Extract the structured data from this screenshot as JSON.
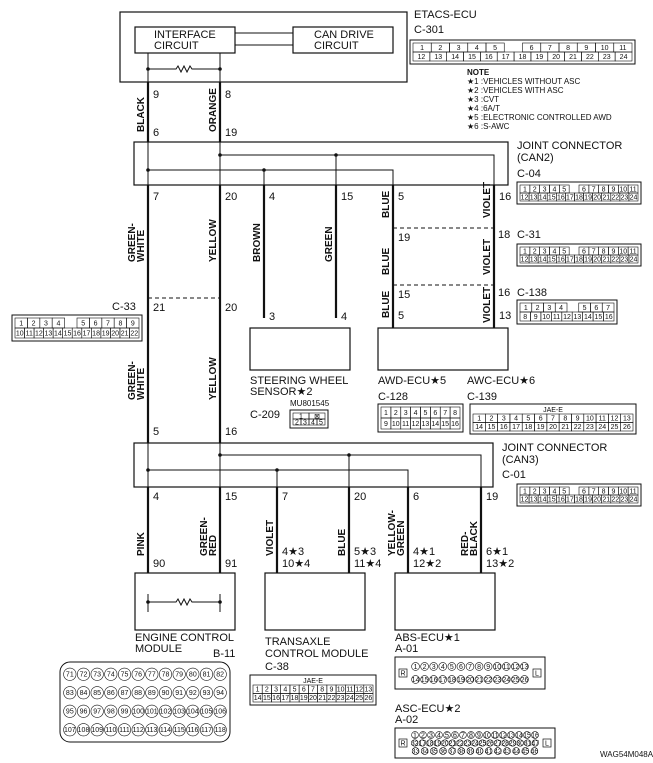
{
  "etacs": {
    "title": "ETACS-ECU",
    "connector": "C-301",
    "interface": [
      "INTERFACE",
      "CIRCUIT"
    ],
    "can_drive": [
      "CAN DRIVE",
      "CIRCUIT"
    ]
  },
  "notes": {
    "title": "NOTE",
    "items": [
      "★1 :VEHICLES WITHOUT ASC",
      "★2 :VEHICLES WITH ASC",
      "★3 :CVT",
      "★4 :6A/T",
      "★5 :ELECTRONIC CONTROLLED AWD",
      "★6 :S-AWC"
    ]
  },
  "joint_can2": {
    "title": "JOINT CONNECTOR",
    "sub": "(CAN2)",
    "connector": "C-04"
  },
  "joint_can3": {
    "title": "JOINT CONNECTOR",
    "sub": "(CAN3)",
    "connector": "C-01"
  },
  "steering": {
    "title": "STEERING WHEEL",
    "title2": "SENSOR★2",
    "connector": "C-209",
    "part": "MU801545"
  },
  "awd": {
    "title": "AWD-ECU★5",
    "connector": "C-128"
  },
  "awc": {
    "title": "AWC-ECU★6",
    "connector": "C-139"
  },
  "ecm": {
    "title": "ENGINE CONTROL",
    "title2": "MODULE",
    "connector": "B-11"
  },
  "tcm": {
    "title": "TRANSAXLE",
    "title2": "CONTROL MODULE",
    "connector": "C-38"
  },
  "abs": {
    "title": "ABS-ECU★1",
    "connector": "A-01"
  },
  "asc": {
    "title": "ASC-ECU★2",
    "connector": "A-02"
  },
  "inline": {
    "c33": "C-33",
    "c31": "C-31",
    "c138": "C-138"
  },
  "wire_colors": {
    "black": "BLACK",
    "orange": "ORANGE",
    "green_white": [
      "GREEN-",
      "WHITE"
    ],
    "yellow": "YELLOW",
    "brown": "BROWN",
    "green": "GREEN",
    "blue": "BLUE",
    "violet": "VIOLET",
    "pink": "PINK",
    "green_red": [
      "GREEN-",
      "RED"
    ],
    "yellow_green": [
      "YELLOW-",
      "GREEN"
    ],
    "red_black": [
      "RED-",
      "BLACK"
    ]
  },
  "pins": {
    "etacs_l": "9",
    "etacs_r": "8",
    "j2_in_l": "6",
    "j2_in_r": "19",
    "j2_out": [
      "7",
      "20",
      "4",
      "15",
      "5",
      "16"
    ],
    "c31_l": "19",
    "c31_r": "18",
    "c138_l": "15",
    "c138_r": "16",
    "awd_l": "5",
    "awd_r": "13",
    "c33_l": "21",
    "c33_r": "20",
    "sws_l": "3",
    "sws_r": "4",
    "j3_in_l": "5",
    "j3_in_r": "16",
    "j3_out": [
      "4",
      "15",
      "7",
      "20",
      "6",
      "19"
    ],
    "ecm_l": "90",
    "ecm_r": "91",
    "tcm_l": [
      "4★3",
      "10★4"
    ],
    "tcm_r": [
      "5★3",
      "11★4"
    ],
    "abs_l": [
      "4★1",
      "12★2"
    ],
    "abs_r": [
      "6★1",
      "13★2"
    ]
  },
  "connectors": {
    "C-301": {
      "rows": [
        [
          "1",
          "2",
          "3",
          "4",
          "5",
          "",
          "6",
          "7",
          "8",
          "9",
          "10",
          "11"
        ],
        [
          "12",
          "13",
          "14",
          "15",
          "16",
          "17",
          "18",
          "19",
          "20",
          "21",
          "22",
          "23",
          "24"
        ]
      ]
    },
    "C-04": {
      "rows": [
        [
          "1",
          "2",
          "3",
          "4",
          "5",
          "",
          "6",
          "7",
          "8",
          "9",
          "10",
          "11"
        ],
        [
          "12",
          "13",
          "14",
          "15",
          "16",
          "17",
          "18",
          "19",
          "20",
          "21",
          "22",
          "23",
          "24"
        ]
      ]
    },
    "C-31": {
      "rows": [
        [
          "1",
          "2",
          "3",
          "4",
          "5",
          "",
          "6",
          "7",
          "8",
          "9",
          "10",
          "11"
        ],
        [
          "12",
          "13",
          "14",
          "15",
          "16",
          "17",
          "18",
          "19",
          "20",
          "21",
          "22",
          "23",
          "24"
        ]
      ]
    },
    "C-138": {
      "rows": [
        [
          "1",
          "2",
          "3",
          "4",
          "",
          "5",
          "6",
          "7"
        ],
        [
          "8",
          "9",
          "10",
          "11",
          "12",
          "13",
          "14",
          "15",
          "16"
        ]
      ]
    },
    "C-33": {
      "rows": [
        [
          "1",
          "2",
          "3",
          "4",
          "",
          "5",
          "6",
          "7",
          "8",
          "9"
        ],
        [
          "10",
          "11",
          "12",
          "13",
          "14",
          "15",
          "16",
          "17",
          "18",
          "19",
          "20",
          "21",
          "22"
        ]
      ]
    },
    "C-209": {
      "rows": [
        [
          "1",
          "⊠"
        ],
        [
          "2",
          "3",
          "4",
          "5"
        ]
      ]
    },
    "C-128": {
      "rows": [
        [
          "1",
          "2",
          "3",
          "4",
          "5",
          "6",
          "7",
          "8"
        ],
        [
          "9",
          "10",
          "11",
          "12",
          "13",
          "14",
          "15",
          "16"
        ]
      ]
    },
    "C-139": {
      "label": "JAE-E",
      "rows": [
        [
          "1",
          "2",
          "3",
          "4",
          "5",
          "6",
          "7",
          "8",
          "9",
          "10",
          "11",
          "12",
          "13"
        ],
        [
          "14",
          "15",
          "16",
          "17",
          "18",
          "19",
          "20",
          "21",
          "22",
          "23",
          "24",
          "25",
          "26"
        ]
      ]
    },
    "C-01": {
      "rows": [
        [
          "1",
          "2",
          "3",
          "4",
          "5",
          "",
          "6",
          "7",
          "8",
          "9",
          "10",
          "11"
        ],
        [
          "12",
          "13",
          "14",
          "15",
          "16",
          "17",
          "18",
          "19",
          "20",
          "21",
          "22",
          "23",
          "24"
        ]
      ]
    },
    "C-38": {
      "label": "JAE-E",
      "rows": [
        [
          "1",
          "2",
          "3",
          "4",
          "5",
          "6",
          "7",
          "8",
          "9",
          "10",
          "11",
          "12",
          "13"
        ],
        [
          "14",
          "15",
          "16",
          "17",
          "18",
          "19",
          "20",
          "21",
          "22",
          "23",
          "24",
          "25",
          "26"
        ]
      ]
    },
    "B-11": {
      "round": true,
      "rows": [
        [
          "71",
          "72",
          "73",
          "74",
          "75",
          "76",
          "77",
          "78",
          "79",
          "80",
          "81",
          "82"
        ],
        [
          "83",
          "84",
          "85",
          "86",
          "87",
          "88",
          "89",
          "90",
          "91",
          "92",
          "93",
          "94"
        ],
        [
          "95",
          "96",
          "97",
          "98",
          "99",
          "100",
          "101",
          "102",
          "103",
          "104",
          "105",
          "106"
        ],
        [
          "107",
          "108",
          "109",
          "110",
          "111",
          "112",
          "113",
          "114",
          "115",
          "116",
          "117",
          "118"
        ]
      ]
    },
    "A-01": {
      "round": true,
      "side": [
        "R",
        "L"
      ],
      "rows": [
        [
          "1",
          "2",
          "3",
          "4",
          "5",
          "6",
          "7",
          "8",
          "9",
          "10",
          "11",
          "12",
          "13"
        ],
        [
          "14",
          "15",
          "16",
          "17",
          "18",
          "19",
          "20",
          "21",
          "22",
          "23",
          "24",
          "25",
          "26"
        ]
      ]
    },
    "A-02": {
      "round": true,
      "side": [
        "R",
        "L"
      ],
      "rows": [
        [
          "1",
          "2",
          "3",
          "4",
          "5",
          "6",
          "7",
          "8",
          "9",
          "10",
          "11",
          "12",
          "13",
          "14",
          "15",
          "16"
        ],
        [
          "32",
          "17",
          "18",
          "19",
          "20",
          "21",
          "22",
          "23",
          "24",
          "25",
          "26",
          "27",
          "28",
          "29",
          "30",
          "31",
          "47"
        ],
        [
          "33",
          "34",
          "35",
          "36",
          "37",
          "38",
          "39",
          "40",
          "41",
          "42",
          "43",
          "44",
          "45",
          "46"
        ]
      ]
    }
  },
  "figure_id": "WAG54M048A"
}
